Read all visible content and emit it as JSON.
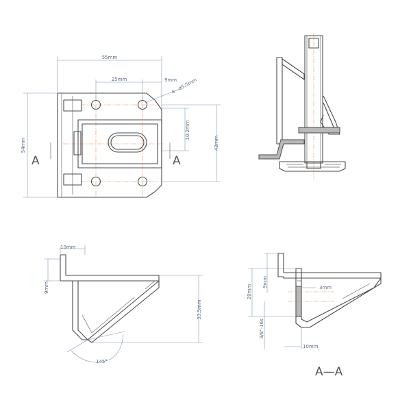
{
  "labels": {
    "width_overall": "55mm",
    "hole_spacing": "25mm",
    "edge_offset": "9mm",
    "holes": "4 - ø5.5mm",
    "slot_width": "10.2mm",
    "height_overall": "54mm",
    "inner_height": "42mm",
    "section_left": "A",
    "section_right": "A",
    "flange_width": "10mm",
    "flange_height": "9mm",
    "depth": "33.5mm",
    "angle": "145°",
    "aa_height": "20mm",
    "aa_flange": "9mm",
    "aa_offset": "3mm",
    "thread": "3/8\"-16s",
    "aa_bottom": "10mm",
    "section_title": "A—A"
  }
}
